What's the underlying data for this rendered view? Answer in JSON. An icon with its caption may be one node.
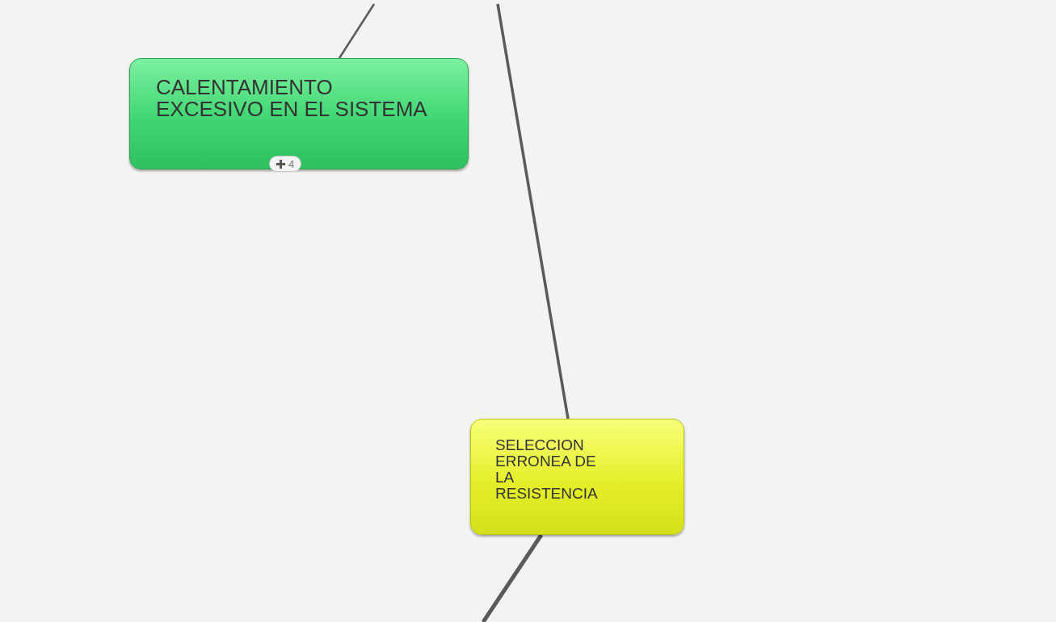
{
  "diagram": {
    "nodes": [
      {
        "text": [
          "CALENTAMIENTO EXCESIVO EN EL SISTEMA",
          "4"
        ]
      },
      {
        "text": [
          "SELECCION ERRONEA DE LA RESISTENCIA"
        ]
      }
    ],
    "edges": [
      {
        "from": null,
        "to": 0,
        "arrow": "none"
      },
      {
        "from": null,
        "to": 1,
        "arrow": "none"
      },
      {
        "from": 1,
        "to": null,
        "arrow": "none"
      }
    ]
  }
}
